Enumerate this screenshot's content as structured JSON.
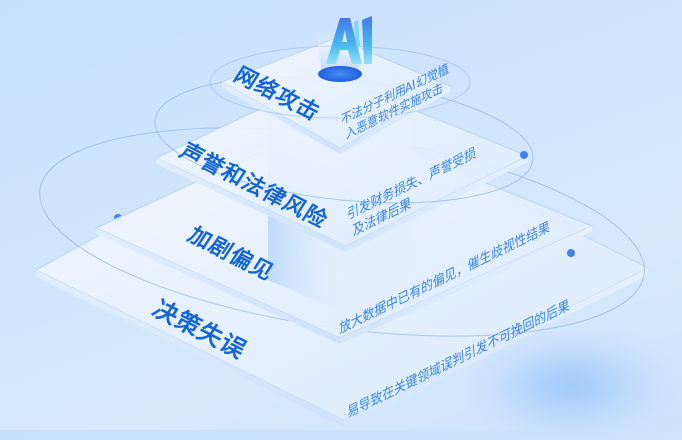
{
  "diagram": {
    "type": "isometric-pyramid",
    "top_icon": {
      "label": "AI",
      "icon": "ai-crystal-icon"
    },
    "colors": {
      "background": "#cfe5fc",
      "title": "#1466d8",
      "description": "#3a86e8",
      "platform": "#eaf3fe",
      "accent_dot": "#3b82f0"
    },
    "layers": [
      {
        "level": 1,
        "title": "网络攻击",
        "description_lines": [
          "不法分子利用AI幻觉植",
          "入恶意软件实施攻击"
        ]
      },
      {
        "level": 2,
        "title": "声誉和法律风险",
        "description_lines": [
          "引发财务损失、声誉受损",
          "及法律后果"
        ]
      },
      {
        "level": 3,
        "title": "加剧偏见",
        "description_lines": [
          "放大数据中已有的偏见，催生歧视性结果"
        ]
      },
      {
        "level": 4,
        "title": "决策失误",
        "description_lines": [
          "易导致在关键领域误判引发不可挽回的后果"
        ]
      }
    ]
  }
}
